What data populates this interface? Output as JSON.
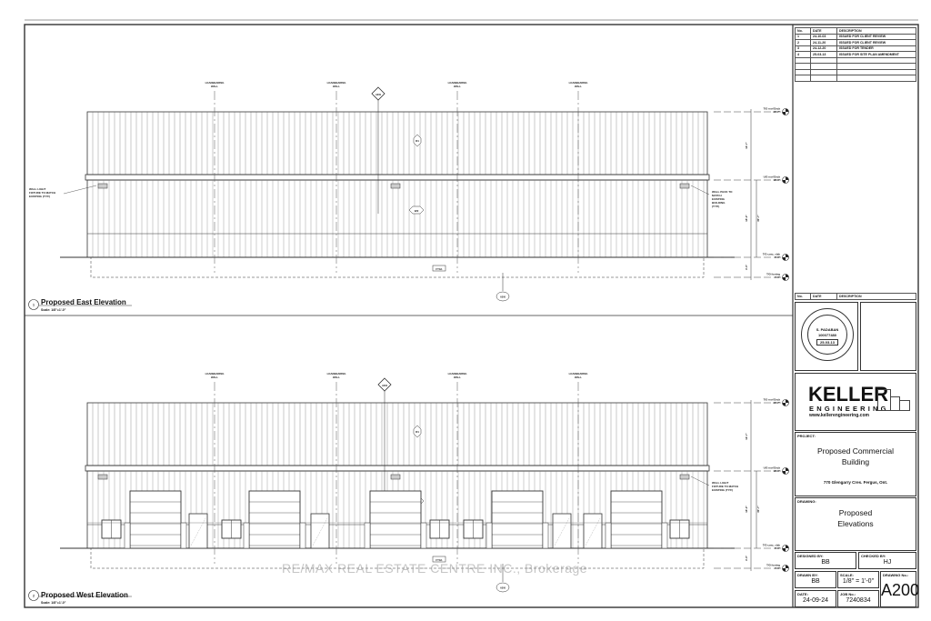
{
  "revisions": {
    "headers": [
      "No.",
      "DATE",
      "DESCRIPTION"
    ],
    "rows": [
      [
        "1",
        "24-10-03",
        "ISSUED FOR CLIENT REVIEW"
      ],
      [
        "2",
        "24-11-20",
        "ISSUED FOR CLIENT REVIEW"
      ],
      [
        "3",
        "24-12-20",
        "ISSUED FOR TENDER"
      ],
      [
        "4",
        "25-03-13",
        "ISSUED FOR SITE PLAN AMENDMENT"
      ]
    ]
  },
  "revisions2": {
    "headers": [
      "No.",
      "DATE",
      "DESCRIPTION"
    ]
  },
  "stamp": {
    "name": "S. PADABAN",
    "number": "100077480",
    "date": "25-03-13",
    "ring": "LICENSED PROFESSIONAL ENGINEER · PROVINCE OF ONTARIO"
  },
  "logo": {
    "name": "KELLER",
    "sub": "ENGINEERING",
    "url": "www.kellerengineering.com"
  },
  "project": {
    "label": "PROJECT:",
    "title": "Proposed Commercial Building",
    "address": "770 Glengarry Cres. Fergus, Ont."
  },
  "drawing": {
    "label": "DRAWING:",
    "title": "Proposed Elevations"
  },
  "designed_by": {
    "label": "DESIGNED BY:",
    "value": "BB"
  },
  "checked_by": {
    "label": "CHECKED BY:",
    "value": "HJ"
  },
  "drawn_by": {
    "label": "DRAWN BY:",
    "value": "BB"
  },
  "scale": {
    "label": "SCALE:",
    "value": "1/8\" = 1'-0\""
  },
  "drawing_no": {
    "label": "DRAWING No.:",
    "value": "A200"
  },
  "date": {
    "label": "DATE:",
    "value": "24-09-24"
  },
  "job_no": {
    "label": "JOB No.:",
    "value": "7240834"
  },
  "views": [
    {
      "number": "1",
      "title": "Proposed East Elevation",
      "scale": "Scale: 1/8\"=1'-0\"",
      "note_left": [
        "WALL LIGHT",
        "FIXTURE TO MATCH",
        "EXISTING (TYP.)"
      ],
      "note_right": [
        "WALL PACK TO",
        "MATCH",
        "EXISTING",
        "BUILDING",
        "(TYP.)"
      ]
    },
    {
      "number": "2",
      "title": "Proposed West Elevation",
      "scale": "Scale: 1/8\"=1'-0\"",
      "note_right": [
        "WALL LIGHT",
        "FIXTURE TO MATCH",
        "EXISTING (TYP.)"
      ]
    }
  ],
  "gridline_label": [
    "LOADBEARING",
    "WALL"
  ],
  "tags": {
    "roof": "R1",
    "wall": "W2",
    "footing": "FTG1",
    "section": "A300"
  },
  "levels": [
    {
      "name": "T/O roof Deck",
      "elev": "30'-7\""
    },
    {
      "name": "U/S roof Deck",
      "elev": "18'-0\""
    },
    {
      "name": "T/O conc. slab",
      "elev": "0'-0\""
    },
    {
      "name": "T/O footing",
      "elev": "-4'-0\""
    }
  ],
  "dims": [
    "12'-7\"",
    "18'-0\"",
    "4'-0\"",
    "30'-7\""
  ],
  "watermark": "RE/MAX REAL ESTATE CENTRE INC., Brokerage"
}
